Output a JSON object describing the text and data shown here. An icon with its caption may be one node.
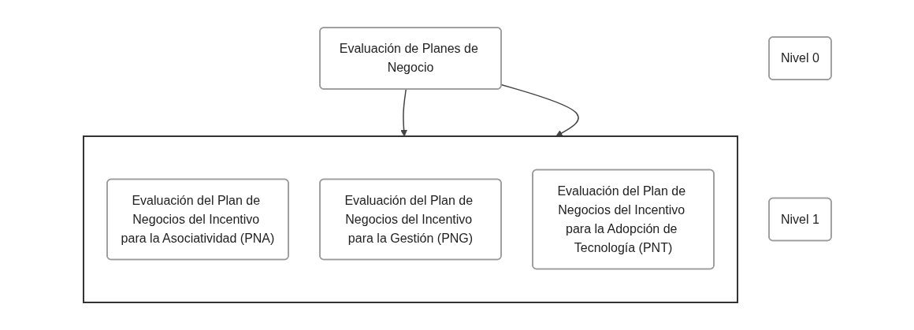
{
  "diagram": {
    "nodes": [
      {
        "text": [
          "Evaluación de Planes de Negocio"
        ]
      },
      {
        "text": [],
        "shape": "box"
      },
      {
        "text": [
          "Evaluación del Plan de Negocios del Incentivo para la Asociatividad (PNA)"
        ],
        "in": 1
      },
      {
        "text": [
          "Evaluación del Plan de Negocios del Incentivo para la Gestión (PNG)"
        ],
        "in": 1
      },
      {
        "text": [
          "Evaluación del Plan de Negocios del Incentivo para la Adopción de Tecnología (PNT)"
        ],
        "in": 1
      },
      {
        "text": [
          "Nivel 0"
        ]
      },
      {
        "text": [
          "Nivel 1"
        ]
      }
    ],
    "edges": [
      {
        "from": 0,
        "to": 1,
        "arrow": "to"
      },
      {
        "from": 0,
        "to": 1,
        "arrow": "to"
      }
    ]
  }
}
